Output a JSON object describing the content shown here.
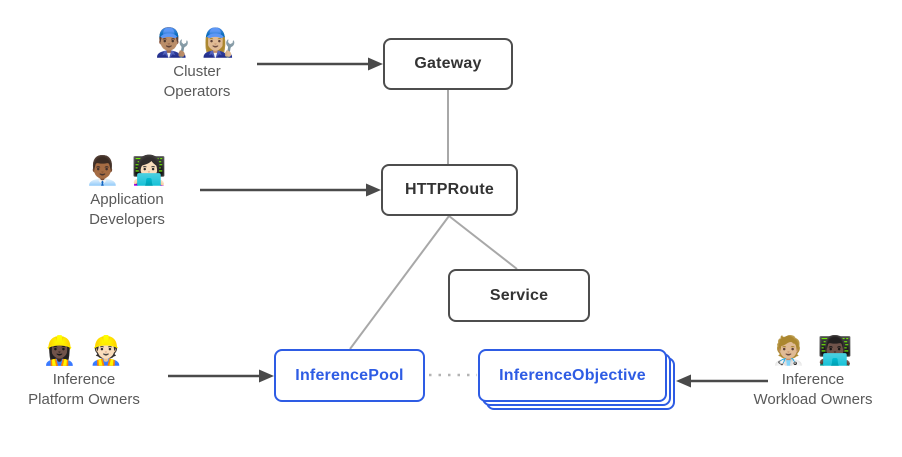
{
  "nodes": {
    "gateway": {
      "label": "Gateway"
    },
    "httproute": {
      "label": "HTTPRoute"
    },
    "service": {
      "label": "Service"
    },
    "inference_pool": {
      "label": "InferencePool"
    },
    "inference_objective": {
      "label": "InferenceObjective"
    }
  },
  "actors": {
    "cluster_operators": {
      "icons": "👨🏽‍🔧 👩🏼‍🔧",
      "line1": "Cluster",
      "line2": "Operators"
    },
    "application_developers": {
      "icons": "👨🏾‍💼 👩🏻‍💻",
      "line1": "Application",
      "line2": "Developers"
    },
    "inference_platform_owners": {
      "icons": "👷🏿‍♀️ 👷🏻",
      "line1": "Inference",
      "line2": "Platform Owners"
    },
    "inference_workload_owners": {
      "icons": "🧑🏼‍⚕️ 👨🏿‍💻",
      "line1": "Inference",
      "line2": "Workload Owners"
    }
  },
  "colors": {
    "gray_box_border": "#4d4d4d",
    "gray_box_text": "#333333",
    "blue_box": "#2e5ce4",
    "connector_gray": "#a8a8a8",
    "dotted_gray": "#b3b3b3",
    "arrow_dark": "#4a4a4a",
    "actor_text": "#595959"
  }
}
